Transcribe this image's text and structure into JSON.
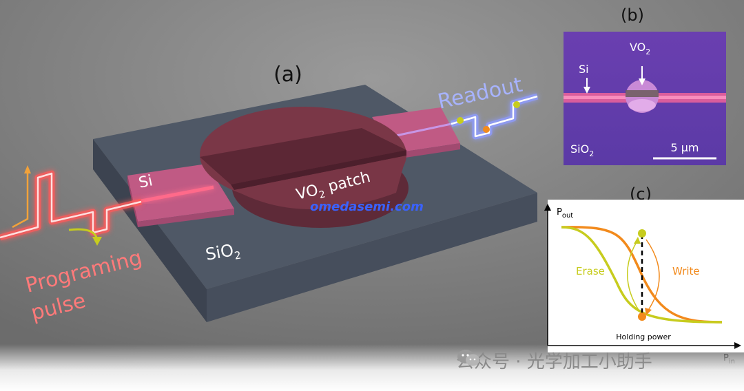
{
  "panel_a": {
    "label": "(a)",
    "si_label": "Si",
    "vo2_patch": "VO",
    "vo2_patch_sub": "2",
    "vo2_patch_suffix": " patch",
    "sio2": "SiO",
    "sio2_sub": "2",
    "programming_line1": "Programing",
    "programming_line2": "pulse",
    "readout": "Readout",
    "overlay_watermark": "omedasemi.com"
  },
  "panel_b": {
    "label": "(b)",
    "vo2": "VO",
    "vo2_sub": "2",
    "si": "Si",
    "sio2": "SiO",
    "sio2_sub": "2",
    "scale": "5 μm"
  },
  "panel_c": {
    "label": "(c)",
    "y_axis": "P",
    "y_axis_sub": "out",
    "x_axis": "P",
    "x_axis_sub": "in",
    "erase": "Erase",
    "write": "Write",
    "holding": "Holding power"
  },
  "colors": {
    "erase": "#c7cc1e",
    "write": "#f28a1c",
    "pulse": "#ff5a5a",
    "readout": "#a7b3ff",
    "patch": "#7a3747",
    "substrate": "#4f5866"
  },
  "footer_watermark": "公众号 · 光学加工小助手"
}
